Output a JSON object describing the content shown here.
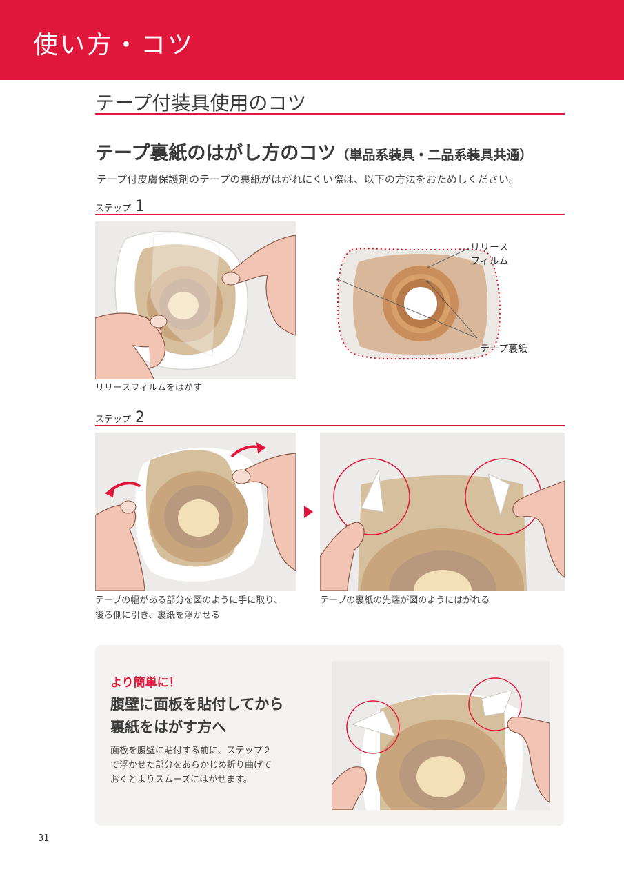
{
  "header": {
    "title": "使い方・コツ"
  },
  "section": {
    "title": "テープ付装具使用のコツ"
  },
  "subsection": {
    "title": "テープ裏紙のはがし方のコツ",
    "title_note": "（単品系装具・二品系装具共通）"
  },
  "intro": "テープ付皮膚保護剤のテープの裏紙がはがれにくい際は、以下の方法をおためしください。",
  "step1": {
    "label": "ステップ",
    "number": "1",
    "caption": "リリースフィルムをはがす",
    "diagram_labels": {
      "release_film_line1": "リリース",
      "release_film_line2": "フィルム",
      "tape_backing": "テープ裏紙"
    }
  },
  "step2": {
    "label": "ステップ",
    "number": "2",
    "caption_left_line1": "テープの幅がある部分を図のように手に取り、",
    "caption_left_line2": "後ろ側に引き、裏紙を浮かせる",
    "caption_right": "テープの裏紙の先端が図のようにはがれる"
  },
  "tip": {
    "kicker": "より簡単に！",
    "heading_line1": "腹壁に面板を貼付してから",
    "heading_line2": "裏紙をはがす方へ",
    "body_line1": "面板を腹壁に貼付する前に、ステップ２",
    "body_line2": "で浮かせた部分をあらかじめ折り曲げて",
    "body_line3": "おくとよりスムーズにはがせます。"
  },
  "page_number": "31",
  "colors": {
    "accent": "#e0173a",
    "skin": "#f2c4b3",
    "flange": "#c9a882",
    "panel_bg": "#ecebe9"
  }
}
